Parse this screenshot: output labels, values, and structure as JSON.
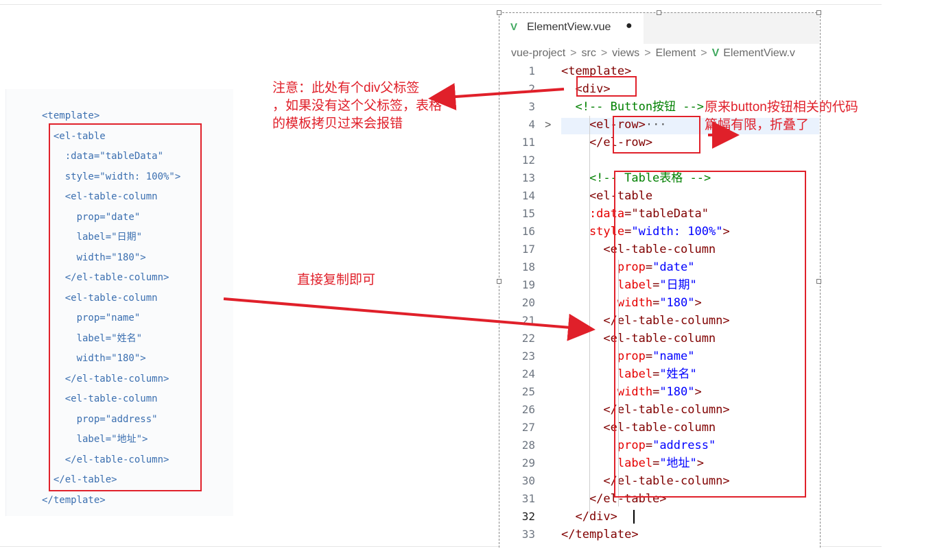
{
  "doc_code": [
    "<template>",
    "  <el-table",
    "    :data=\"tableData\"",
    "    style=\"width: 100%\">",
    "    <el-table-column",
    "      prop=\"date\"",
    "      label=\"日期\"",
    "      width=\"180\">",
    "    </el-table-column>",
    "    <el-table-column",
    "      prop=\"name\"",
    "      label=\"姓名\"",
    "      width=\"180\">",
    "    </el-table-column>",
    "    <el-table-column",
    "      prop=\"address\"",
    "      label=\"地址\">",
    "    </el-table-column>",
    "  </el-table>",
    "</template>"
  ],
  "editor": {
    "tab_title": "ElementView.vue",
    "tab_modified_marker": "●",
    "vue_icon": "V",
    "breadcrumb": [
      "vue-project",
      "src",
      "views",
      "Element",
      "ElementView.v"
    ],
    "breadcrumb_sep": ">",
    "fold_marker": ">",
    "line_numbers": [
      "1",
      "2",
      "3",
      "4",
      "11",
      "12",
      "13",
      "14",
      "15",
      "16",
      "17",
      "18",
      "19",
      "20",
      "21",
      "22",
      "23",
      "24",
      "25",
      "26",
      "27",
      "28",
      "29",
      "30",
      "31",
      "32",
      "33"
    ],
    "active_line": "32",
    "lines": [
      [
        {
          "t": "<template>",
          "c": "tag"
        }
      ],
      [
        {
          "t": "  <div>",
          "c": "tag"
        }
      ],
      [
        {
          "t": "  <!-- Button按钮 -->",
          "c": "com"
        }
      ],
      [
        {
          "t": "    <el-row>",
          "c": "tag"
        },
        {
          "t": "···",
          "c": "ell"
        }
      ],
      [
        {
          "t": "    </el-row>",
          "c": "tag"
        }
      ],
      [
        {
          "t": "",
          "c": "tag"
        }
      ],
      [
        {
          "t": "    <!-- Table表格 -->",
          "c": "com"
        }
      ],
      [
        {
          "t": "    <el-table",
          "c": "tag"
        }
      ],
      [
        {
          "t": "    :data",
          "c": "attr"
        },
        {
          "t": "=\"tableData\"",
          "c": "tag"
        }
      ],
      [
        {
          "t": "    style",
          "c": "attr"
        },
        {
          "t": "=",
          "c": "tag"
        },
        {
          "t": "\"width: 100%\"",
          "c": "str"
        },
        {
          "t": ">",
          "c": "tag"
        }
      ],
      [
        {
          "t": "      <el-table-column",
          "c": "tag"
        }
      ],
      [
        {
          "t": "        prop",
          "c": "attr"
        },
        {
          "t": "=",
          "c": "tag"
        },
        {
          "t": "\"date\"",
          "c": "str"
        }
      ],
      [
        {
          "t": "        label",
          "c": "attr"
        },
        {
          "t": "=",
          "c": "tag"
        },
        {
          "t": "\"日期\"",
          "c": "str"
        }
      ],
      [
        {
          "t": "        width",
          "c": "attr"
        },
        {
          "t": "=",
          "c": "tag"
        },
        {
          "t": "\"180\"",
          "c": "str"
        },
        {
          "t": ">",
          "c": "tag"
        }
      ],
      [
        {
          "t": "      </el-table-column>",
          "c": "tag"
        }
      ],
      [
        {
          "t": "      <el-table-column",
          "c": "tag"
        }
      ],
      [
        {
          "t": "        prop",
          "c": "attr"
        },
        {
          "t": "=",
          "c": "tag"
        },
        {
          "t": "\"name\"",
          "c": "str"
        }
      ],
      [
        {
          "t": "        label",
          "c": "attr"
        },
        {
          "t": "=",
          "c": "tag"
        },
        {
          "t": "\"姓名\"",
          "c": "str"
        }
      ],
      [
        {
          "t": "        width",
          "c": "attr"
        },
        {
          "t": "=",
          "c": "tag"
        },
        {
          "t": "\"180\"",
          "c": "str"
        },
        {
          "t": ">",
          "c": "tag"
        }
      ],
      [
        {
          "t": "      </el-table-column>",
          "c": "tag"
        }
      ],
      [
        {
          "t": "      <el-table-column",
          "c": "tag"
        }
      ],
      [
        {
          "t": "        prop",
          "c": "attr"
        },
        {
          "t": "=",
          "c": "tag"
        },
        {
          "t": "\"address\"",
          "c": "str"
        }
      ],
      [
        {
          "t": "        label",
          "c": "attr"
        },
        {
          "t": "=",
          "c": "tag"
        },
        {
          "t": "\"地址\"",
          "c": "str"
        },
        {
          "t": ">",
          "c": "tag"
        }
      ],
      [
        {
          "t": "      </el-table-column>",
          "c": "tag"
        }
      ],
      [
        {
          "t": "    </el-table>",
          "c": "tag"
        }
      ],
      [
        {
          "t": "  </div>",
          "c": "tag"
        }
      ],
      [
        {
          "t": "</template>",
          "c": "tag"
        }
      ]
    ]
  },
  "annotations": {
    "note_div_line1": "注意：此处有个div父标签",
    "note_div_line2": "，如果没有这个父标签，表格",
    "note_div_line3": "的模板拷贝过来会报错",
    "note_fold_line1": "原来button按钮相关的代码",
    "note_fold_line2": "篇幅有限，折叠了",
    "note_copy": "直接复制即可"
  },
  "colors": {
    "annotation_red": "#e0202a",
    "tag": "#800000",
    "attr": "#e50000",
    "string": "#0000ff",
    "comment": "#008000",
    "doc_code": "#3b6fb0",
    "vue_green": "#41a960"
  }
}
